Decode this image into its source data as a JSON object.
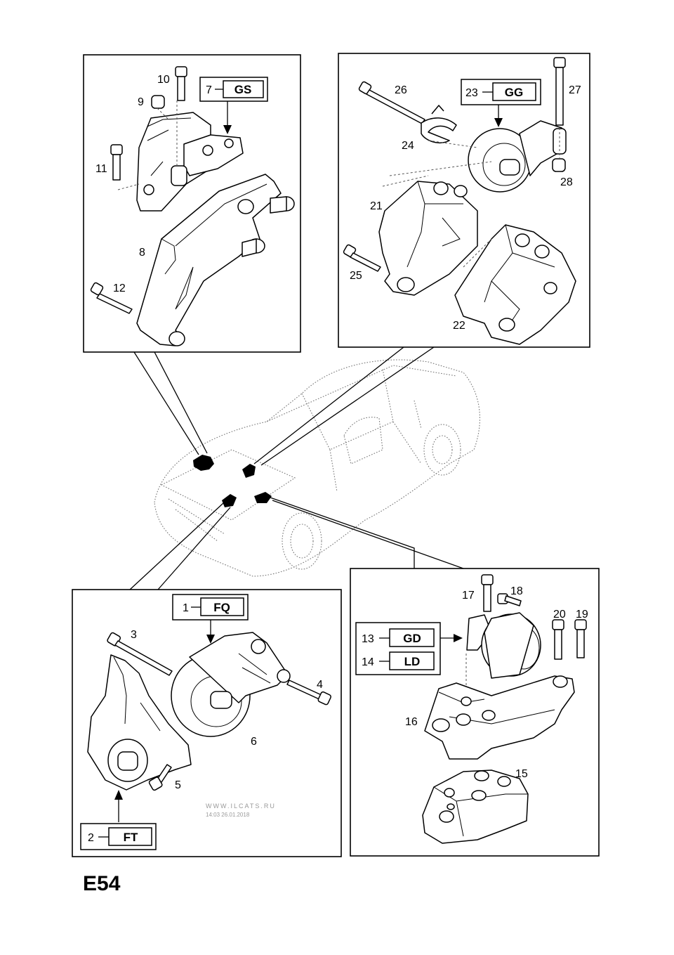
{
  "page_code": "E54",
  "watermark": {
    "site": "WWW.ILCATS.RU",
    "stamp": "14:03 26.01.2018"
  },
  "panels": {
    "top_left": {
      "code_label": {
        "number": "7",
        "code": "GS"
      },
      "callouts": [
        "10",
        "9",
        "11",
        "8",
        "12"
      ]
    },
    "top_right": {
      "code_label": {
        "number": "23",
        "code": "GG"
      },
      "callouts": [
        "26",
        "27",
        "24",
        "28",
        "21",
        "25",
        "22"
      ]
    },
    "bottom_left": {
      "code_labels": [
        {
          "number": "1",
          "code": "FQ"
        },
        {
          "number": "2",
          "code": "FT"
        }
      ],
      "callouts": [
        "3",
        "4",
        "6",
        "5"
      ]
    },
    "bottom_right": {
      "code_labels": [
        {
          "number": "13",
          "code": "GD"
        },
        {
          "number": "14",
          "code": "LD"
        }
      ],
      "callouts": [
        "17",
        "18",
        "20",
        "19",
        "16",
        "15"
      ]
    }
  }
}
